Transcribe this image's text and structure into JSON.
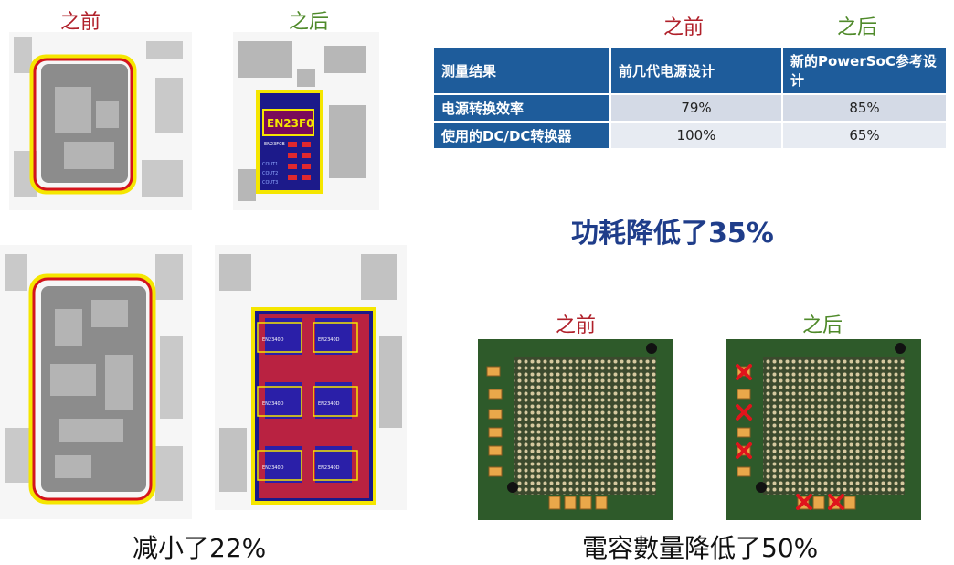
{
  "left_panel": {
    "before_label": "之前",
    "after_label": "之后",
    "chip_label_top": "EN23F0",
    "chip_small_label": "EN23F0B",
    "cout_labels": [
      "COUT1",
      "COUT2",
      "COUT3"
    ],
    "chip_grid_label": "EN2340D",
    "caption": "减小了22%"
  },
  "table": {
    "header_before": "之前",
    "header_after": "之后",
    "columns": [
      "测量结果",
      "前几代电源设计",
      "新的PowerSoC参考设计"
    ],
    "rows": [
      {
        "label": "电源转换效率",
        "before": "79%",
        "after": "85%"
      },
      {
        "label": "使用的DC/DC转换器",
        "before": "100%",
        "after": "65%"
      }
    ]
  },
  "power_reduction": "功耗降低了35%",
  "capacitor_panel": {
    "before_label": "之前",
    "after_label": "之后",
    "caption": "電容數量降低了50%"
  },
  "colors": {
    "table_header": "#1e5c9b",
    "before_red": "#b0202a",
    "after_green": "#4f8a2a",
    "highlight_yellow": "#f5e600",
    "outline_red": "#d4141c"
  }
}
